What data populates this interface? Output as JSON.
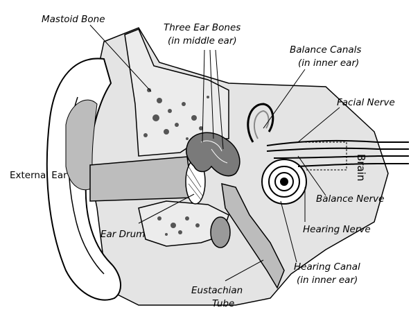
{
  "labels": {
    "mastoid": "Mastoid Bone",
    "bones1": "Three Ear Bones",
    "bones2": "(in middle ear)",
    "canals1": "Balance Canals",
    "canals2": "(in inner ear)",
    "facial": "Facial Nerve",
    "brain": "Brain",
    "external": "External Ear",
    "balance_nerve": "Balance Nerve",
    "eardrum": "Ear Drum",
    "hearing_nerve": "Hearing Nerve",
    "canal1": "Hearing Canal",
    "canal2": "(in inner ear)",
    "eust1": "Eustachian",
    "eust2": "Tube"
  },
  "colors": {
    "background": "#ffffff",
    "tissue": "#d8d8d8",
    "canal": "#bdbdbd",
    "outline": "#000000"
  }
}
